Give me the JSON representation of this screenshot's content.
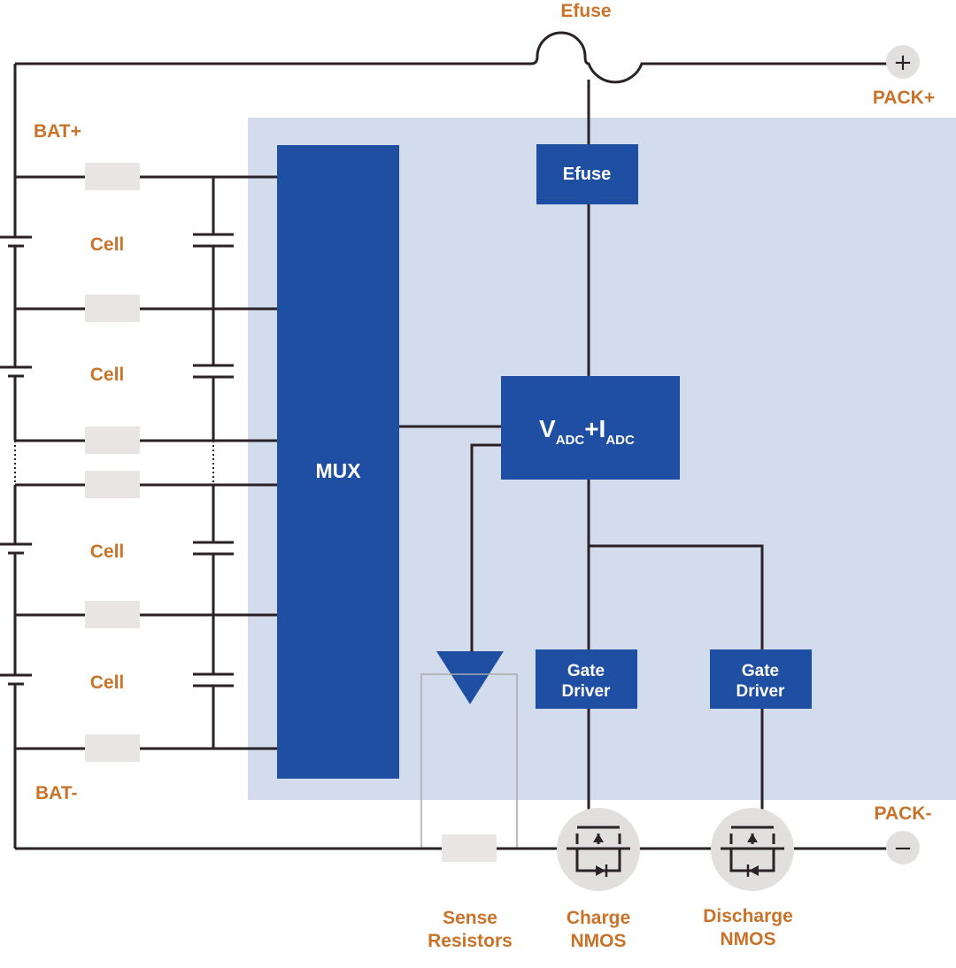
{
  "labels": {
    "efuse_top": "Efuse",
    "pack_plus": "PACK+",
    "pack_minus": "PACK-",
    "bat_plus": "BAT+",
    "bat_minus": "BAT-",
    "sense_resistors": [
      "Sense",
      "Resistors"
    ],
    "charge_nmos": [
      "Charge",
      "NMOS"
    ],
    "discharge_nmos": [
      "Discharge",
      "NMOS"
    ]
  },
  "cells": [
    "Cell",
    "Cell",
    "Cell",
    "Cell"
  ],
  "blocks": {
    "efuse": "Efuse",
    "mux": "MUX",
    "adc": {
      "v": "V",
      "v_sub": "ADC",
      "plus": "+",
      "i": "I",
      "i_sub": "ADC"
    },
    "gate_driver_charge": [
      "Gate",
      "Driver"
    ],
    "gate_driver_discharge": [
      "Gate",
      "Driver"
    ]
  },
  "terminals": {
    "plus_symbol": "+",
    "minus_symbol": "−"
  },
  "colors": {
    "label_orange": "#c9732a",
    "block_blue": "#1f4fa3",
    "panel_blue": "#d3dced",
    "resistor_gray": "#e8e5e4",
    "wire_dark": "#2a2226",
    "terminal_gray": "#e2e0df"
  }
}
